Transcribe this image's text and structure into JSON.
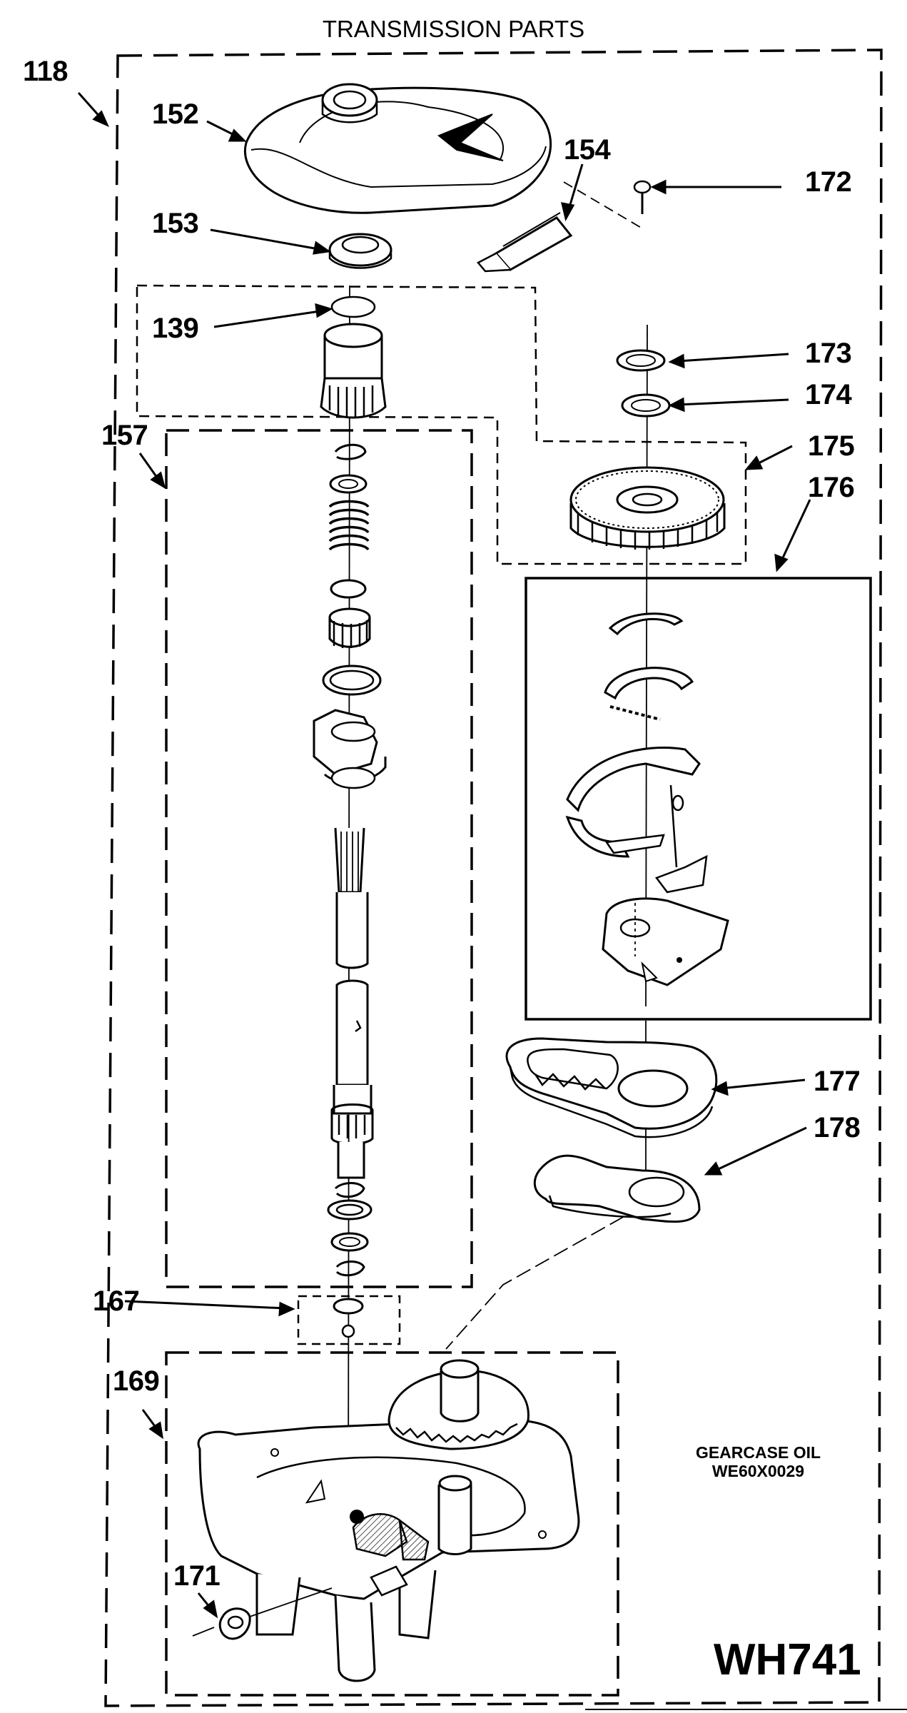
{
  "title": "TRANSMISSION PARTS",
  "callouts": {
    "c118": "118",
    "c152": "152",
    "c154": "154",
    "c172": "172",
    "c153": "153",
    "c139": "139",
    "c173": "173",
    "c174": "174",
    "c157": "157",
    "c175": "175",
    "c176": "176",
    "c177": "177",
    "c178": "178",
    "c167": "167",
    "c169": "169",
    "c171": "171"
  },
  "note": {
    "line1": "GEARCASE OIL",
    "line2": "WE60X0029"
  },
  "model": "WH741"
}
